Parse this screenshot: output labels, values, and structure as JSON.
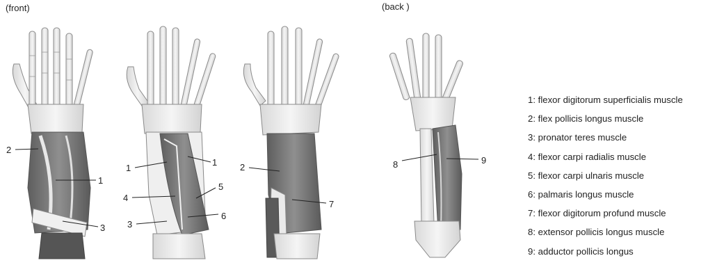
{
  "views": {
    "front": "(front)",
    "back": "(back )"
  },
  "callouts": {
    "a": [
      "2",
      "1",
      "3"
    ],
    "b": [
      "1",
      "1",
      "4",
      "5",
      "3",
      "6"
    ],
    "c": [
      "2",
      "7"
    ],
    "d": [
      "8",
      "9"
    ]
  },
  "legend": [
    "1: flexor digitorum superficialis muscle",
    "2: flex pollicis longus muscle",
    "3: pronator teres muscle",
    "4: flexor carpi radialis muscle",
    "5: flexor carpi ulnaris muscle",
    "6: palmaris longus muscle",
    "7: flexor digitorum profund muscle",
    "8: extensor pollicis longus muscle",
    "9: adductor pollicis longus"
  ],
  "colors": {
    "bone": "#ebebeb",
    "bone_outline": "#8a8a8a",
    "muscle_dark": "#6e6e6e",
    "muscle_mid": "#8c8c8c",
    "tendon": "#f4f4f4"
  }
}
